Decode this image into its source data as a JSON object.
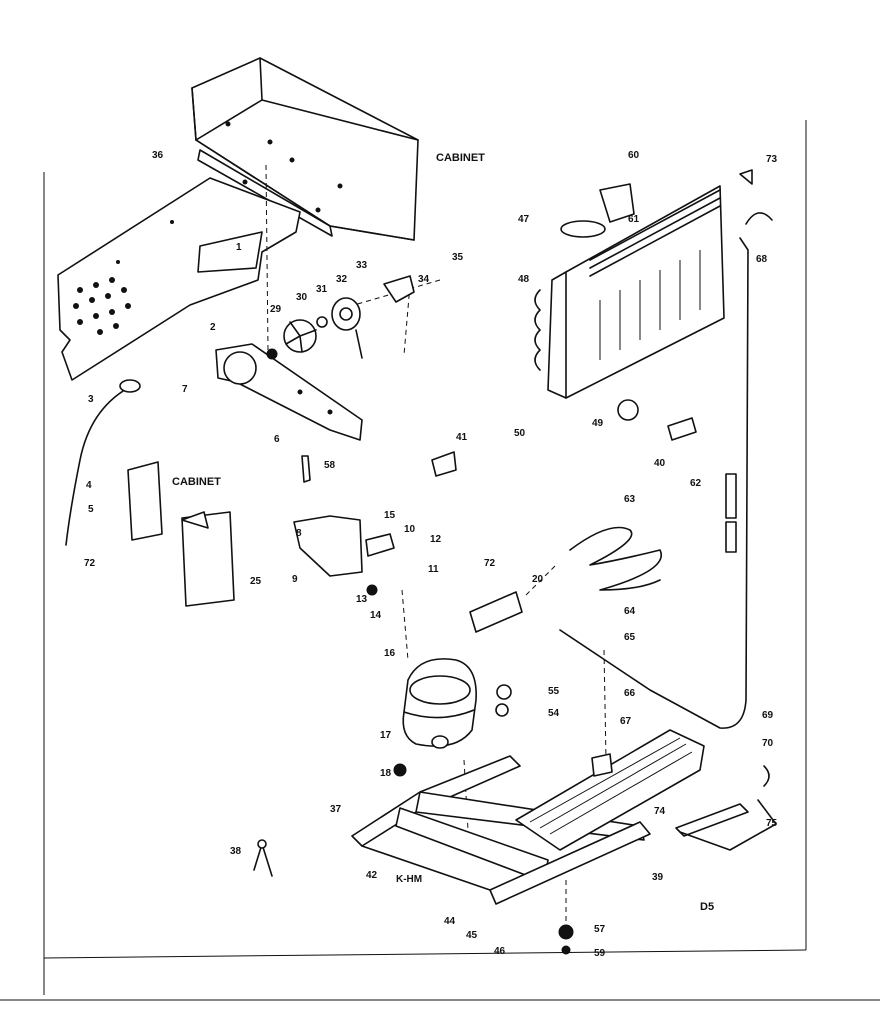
{
  "labels": {
    "cabinet_top": "CABINET",
    "cabinet_left": "CABINET",
    "code": "K-HM",
    "page": "D5"
  },
  "callouts": [
    "1",
    "2",
    "3",
    "4",
    "5",
    "6",
    "7",
    "8",
    "9",
    "10",
    "11",
    "12",
    "13",
    "14",
    "15",
    "16",
    "17",
    "18",
    "20",
    "25",
    "29",
    "30",
    "31",
    "32",
    "33",
    "34",
    "35",
    "36",
    "37",
    "38",
    "39",
    "40",
    "41",
    "42",
    "44",
    "45",
    "46",
    "47",
    "48",
    "49",
    "50",
    "54",
    "55",
    "57",
    "58",
    "59",
    "60",
    "61",
    "62",
    "63",
    "64",
    "65",
    "66",
    "67",
    "68",
    "69",
    "70",
    "72",
    "72",
    "73",
    "74",
    "75"
  ]
}
